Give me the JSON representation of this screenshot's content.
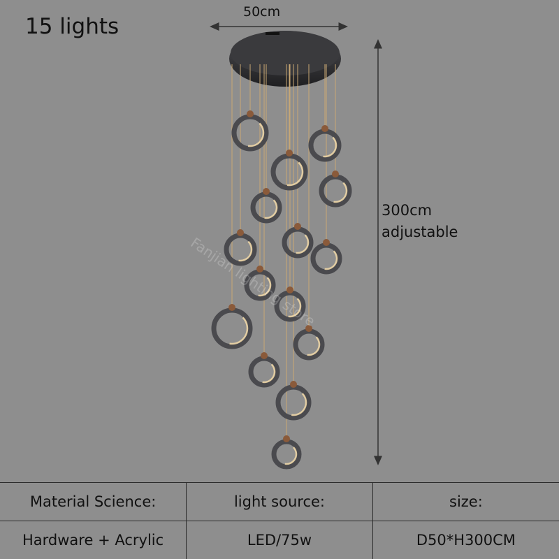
{
  "product": {
    "title": "15 lights",
    "width_label": "50cm",
    "height_label_line1": "300cm",
    "height_label_line2": "adjustable",
    "watermark": "Fanjian lighting store"
  },
  "specs": {
    "headers": [
      "Material Science:",
      "light source:",
      "size:"
    ],
    "values": [
      "Hardware + Acrylic",
      "LED/75w",
      "D50*H300CM"
    ]
  },
  "colors": {
    "background": "#8e8e8e",
    "ring_metal": "#4a4a4e",
    "ring_glow": "#f2d9a8",
    "canopy": "#2e2e30",
    "wire": "#c9a874"
  }
}
